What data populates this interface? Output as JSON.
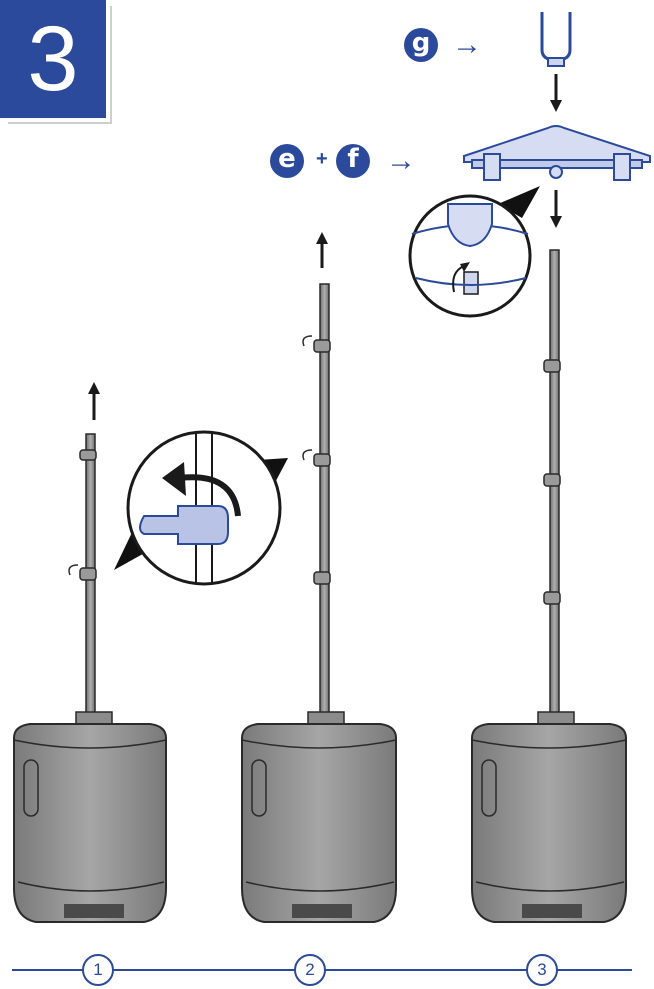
{
  "step_number": "3",
  "parts": {
    "g": "g",
    "e": "e",
    "f": "f",
    "plus": "+"
  },
  "stage_labels": [
    "1",
    "2",
    "3"
  ],
  "colors": {
    "accent": "#2b4a9b",
    "body": "#8a8a8a",
    "outline": "#2a2a2a"
  }
}
